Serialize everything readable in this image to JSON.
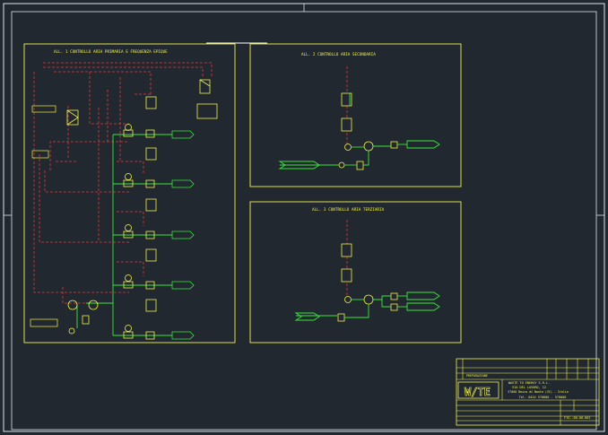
{
  "panels": {
    "all1": {
      "title": "ALL. 1  CONTROLLO ARIA PRIMARIA E FREQUENZA EPIQUE"
    },
    "all2": {
      "title": "ALL. 2  CONTROLLO ARIA SECONDARIA"
    },
    "all3": {
      "title": "ALL. 3  CONTROLLO ARIA TERZIARIA"
    }
  },
  "title_block": {
    "logo": "W/TE",
    "company": "WASTE TO ENERGY S.R.L.",
    "line2": "VIA DEL LAVORO, 12",
    "line3": "37060 Bosco di Nanto (VI) - Italia",
    "tel": "Tel. 0424 570000 - 570000",
    "rev_label": "PREPARAZIONE",
    "drawing_code": "FIG.-00-00-001"
  },
  "colors": {
    "background": "#212830",
    "frame": "#dfe6e8",
    "panel": "#f1f24e",
    "dashed": "#e23a3a",
    "pipe": "#39e639",
    "yellow": "#f1f24e"
  }
}
